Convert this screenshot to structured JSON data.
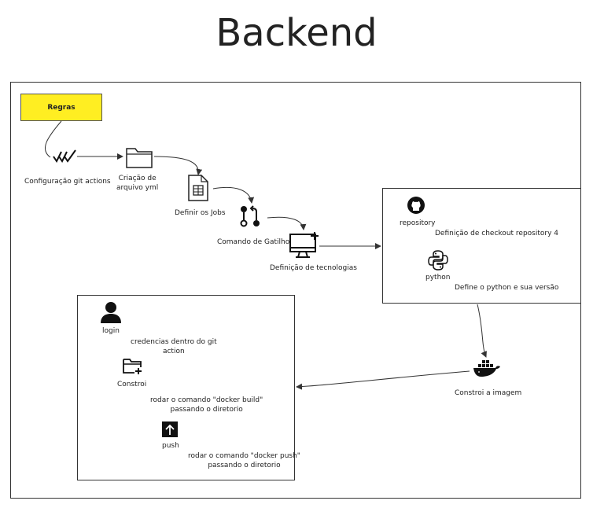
{
  "title": "Backend",
  "regras": "Regras",
  "flow": {
    "git_actions": "Configuração git actions",
    "yml_line1": "Criação de",
    "yml_line2": "arquivo yml",
    "jobs": "Definir os Jobs",
    "gatilho": "Comando de Gatilho",
    "tecnologias": "Definição de tecnologias",
    "imagem": "Constroi a imagem"
  },
  "right_box": {
    "repository": "repository",
    "repository_desc": "Definição de checkout repository 4",
    "python": "python",
    "python_desc": "Define o python e sua versão"
  },
  "left_box": {
    "login": "login",
    "login_desc_line1": "credencias dentro do git",
    "login_desc_line2": "action",
    "constroi": "Constroi",
    "build_desc_line1": "rodar o comando \"docker build\"",
    "build_desc_line2": "passando o diretorio",
    "push": "push",
    "push_desc_line1": "rodar o comando \"docker push\"",
    "push_desc_line2": "passando o diretorio"
  },
  "icons": [
    "checkmarks-icon",
    "folder-icon",
    "document-table-icon",
    "git-branch-icon",
    "monitor-add-icon",
    "github-icon",
    "python-icon",
    "docker-icon",
    "user-icon",
    "folder-add-icon",
    "upload-icon"
  ],
  "colors": {
    "regras_fill": "#ffee22",
    "stroke": "#333333"
  }
}
